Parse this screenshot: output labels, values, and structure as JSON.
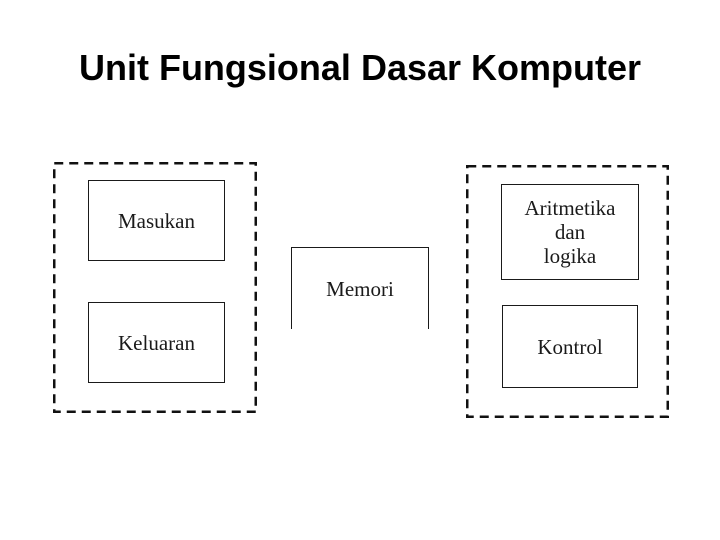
{
  "slide": {
    "title": "Unit Fungsional Dasar Komputer",
    "background": "#ffffff"
  },
  "diagram": {
    "line_color": "#1a1a1a",
    "dash_color": "#111111",
    "input_box": {
      "label": "Masukan"
    },
    "output_box": {
      "label": "Keluaran"
    },
    "memory_box": {
      "label": "Memori"
    },
    "alu_box": {
      "lines": [
        "Aritmetika",
        "dan",
        "logika"
      ]
    },
    "control_box": {
      "label": "Kontrol"
    }
  }
}
